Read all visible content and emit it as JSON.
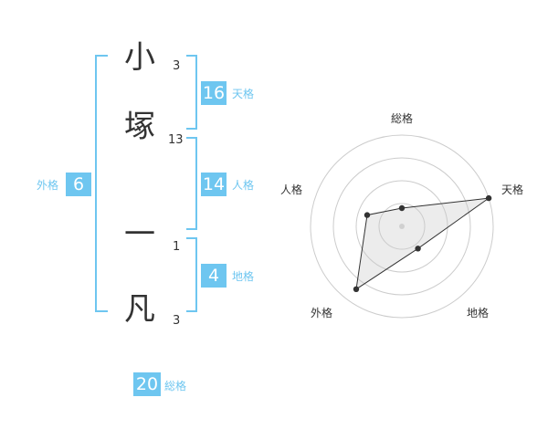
{
  "colors": {
    "accent": "#6ec6f0",
    "text": "#333333",
    "grid": "#cccccc"
  },
  "name": {
    "chars": [
      {
        "char": "小",
        "strokes": "3"
      },
      {
        "char": "塚",
        "strokes": "13"
      },
      {
        "char": "一",
        "strokes": "1"
      },
      {
        "char": "凡",
        "strokes": "3"
      }
    ]
  },
  "fortune": {
    "tenkaku": {
      "value": "16",
      "label": "天格"
    },
    "jinkaku": {
      "value": "14",
      "label": "人格"
    },
    "chikaku": {
      "value": "4",
      "label": "地格"
    },
    "gaikaku": {
      "value": "6",
      "label": "外格"
    },
    "soukaku": {
      "value": "20",
      "label": "総格"
    }
  },
  "chart_data": {
    "type": "radar",
    "axes": [
      "総格",
      "天格",
      "地格",
      "外格",
      "人格"
    ],
    "values": [
      0.2,
      1.0,
      0.3,
      0.85,
      0.4
    ],
    "rmax": 1.0,
    "rings": 4
  }
}
